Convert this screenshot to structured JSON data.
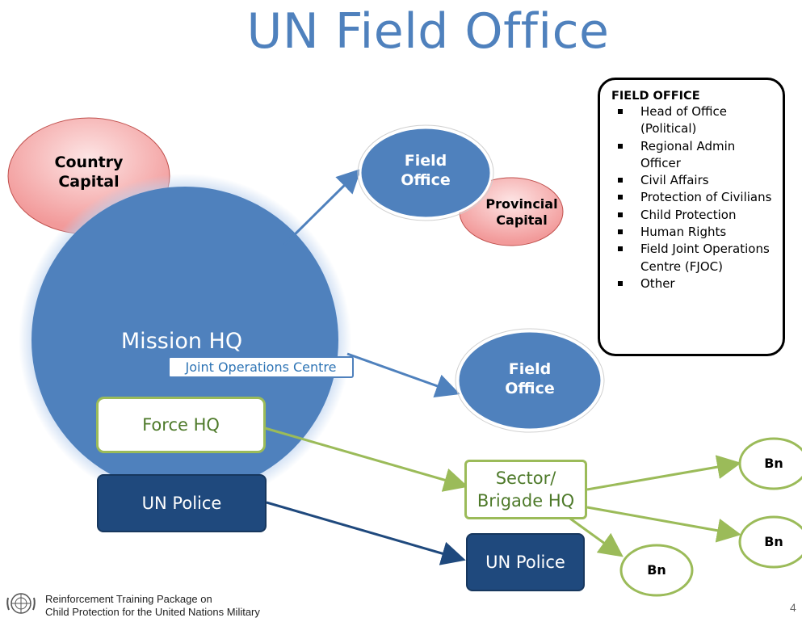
{
  "title": "UN Field Office",
  "nodes": {
    "country_capital": "Country Capital",
    "field_office_top": "Field Office",
    "provincial_capital": "Provincial Capital",
    "mission_hq": "Mission HQ",
    "joint_ops": "Joint Operations Centre",
    "field_office_mid": "Field Office",
    "force_hq": "Force HQ",
    "un_police_left": "UN Police",
    "sector_hq": "Sector/ Brigade HQ",
    "un_police_right": "UN Police",
    "bn_top": "Bn",
    "bn_right": "Bn",
    "bn_bottom": "Bn"
  },
  "info_box": {
    "title": "FIELD OFFICE",
    "items": [
      "Head of Office (Political)",
      "Regional Admin Officer",
      "Civil Affairs",
      "Protection of Civilians",
      "Child Protection",
      "Human Rights",
      "Field Joint Operations Centre (FJOC)",
      "Other"
    ]
  },
  "footer": {
    "line1": "Reinforcement Training Package on",
    "line2": "Child Protection for the United Nations Military"
  },
  "page_number": "4",
  "colors": {
    "title": "#4f81bd",
    "mission_blue": "#4f81bd",
    "capital_pink": "#f4a8a8",
    "green": "#9bbb59",
    "police_navy": "#1f497d"
  }
}
